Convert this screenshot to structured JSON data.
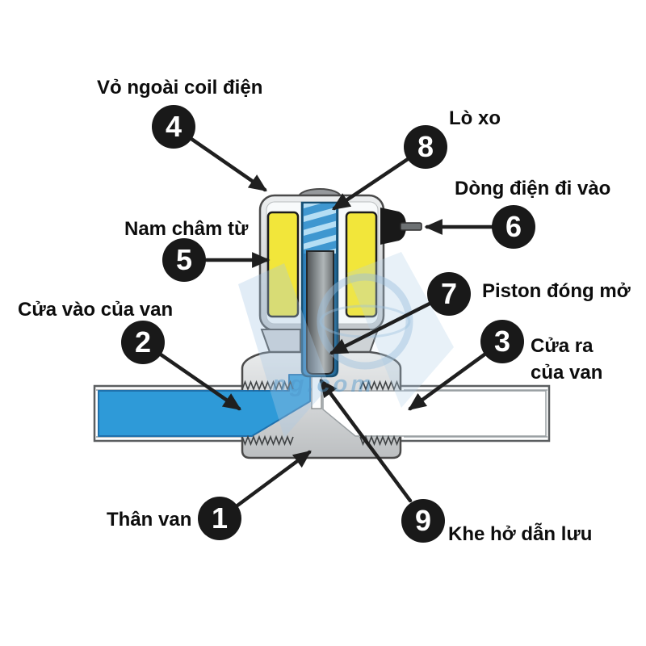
{
  "callouts": {
    "c1": {
      "number": "1",
      "label": "Thân van"
    },
    "c2": {
      "number": "2",
      "label": "Cửa vào của van"
    },
    "c3": {
      "number": "3",
      "label_line1": "Cửa ra",
      "label_line2": "của van"
    },
    "c4": {
      "number": "4",
      "label": "Vỏ ngoài coil điện"
    },
    "c5": {
      "number": "5",
      "label": "Nam châm từ"
    },
    "c6": {
      "number": "6",
      "label": "Dòng điện đi vào"
    },
    "c7": {
      "number": "7",
      "label": "Piston đóng mở"
    },
    "c8": {
      "number": "8",
      "label": "Lò xo"
    },
    "c9": {
      "number": "9",
      "label": "Khe hở dẫn lưu"
    }
  },
  "watermark": {
    "visible_text_fragment": "ng.com"
  },
  "colors": {
    "fluid_blue": "#2e9ad8",
    "coil_yellow": "#f2e63a",
    "spring_blue": "#3f97d0",
    "metal_gray": "#d4d7d9",
    "callout_black": "#191919"
  }
}
